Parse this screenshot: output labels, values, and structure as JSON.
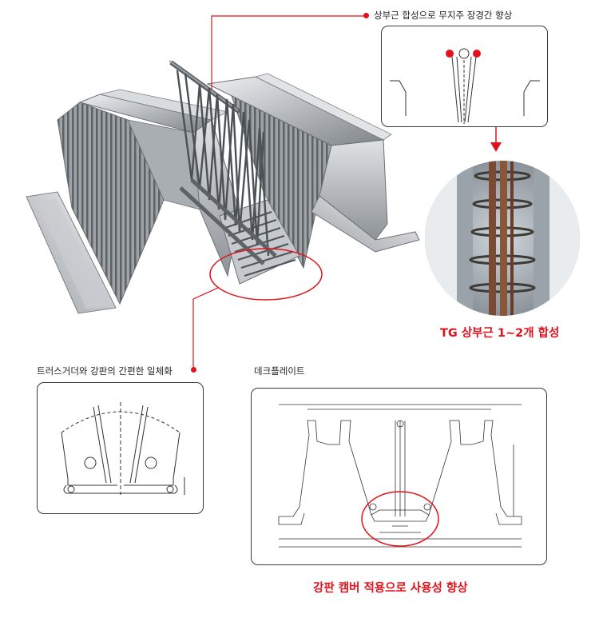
{
  "labels": {
    "top_callout": "상부근 합성으로  무지주 장경간 향상",
    "tg_caption": "TG 상부근 1~2개 합성",
    "truss_label": "트러스거더와 강판의 간편한 일체화",
    "deck_label": "데크플레이트",
    "bottom_caption": "강판 캠버 적용으로 사용성 향상"
  },
  "colors": {
    "accent": "#e0121b",
    "line": "#3a3a3a",
    "steel": "#b9bcc0"
  }
}
